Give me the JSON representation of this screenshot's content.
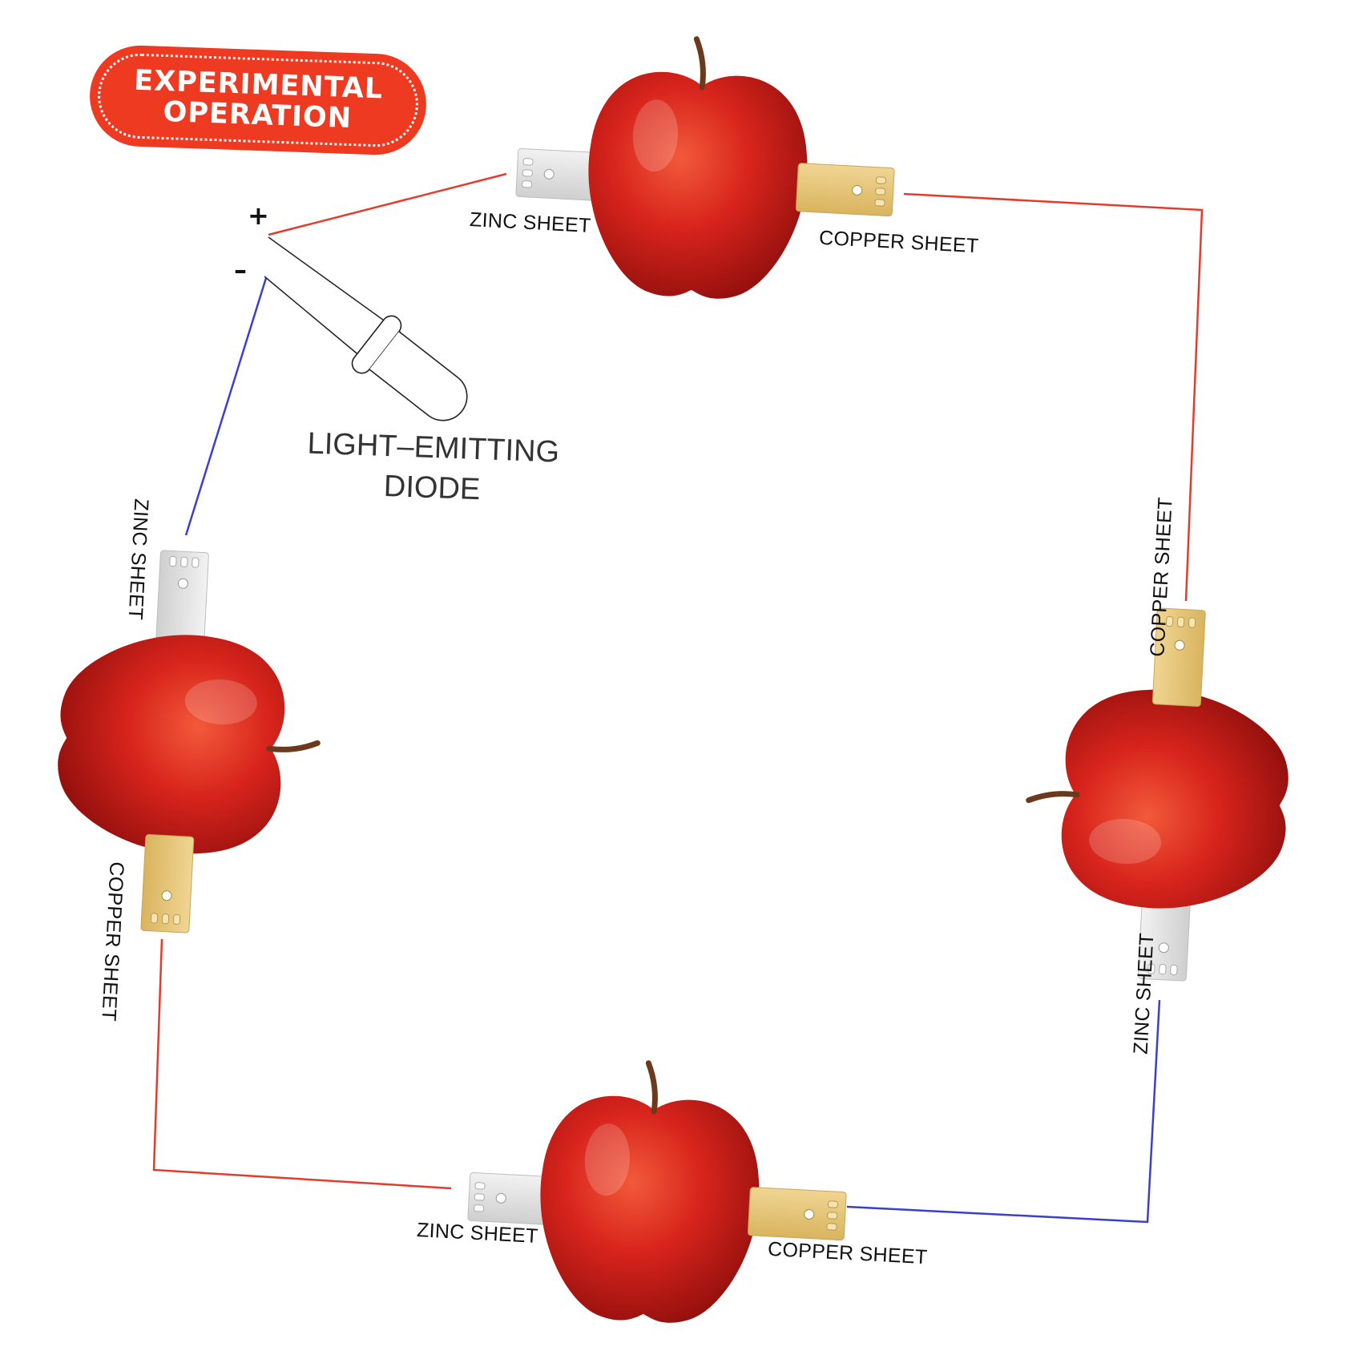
{
  "badge": {
    "line1": "EXPERIMENTAL",
    "line2": "OPERATION"
  },
  "diode": {
    "label_line1": "LIGHT–EMITTING",
    "label_line2": "DIODE",
    "plus": "+",
    "minus": "–"
  },
  "cells": [
    {
      "zinc": "ZINC SHEET",
      "copper": "COPPER SHEET"
    },
    {
      "zinc": "ZINC SHEET",
      "copper": "COPPER SHEET"
    },
    {
      "zinc": "ZINC SHEET",
      "copper": "COPPER SHEET"
    },
    {
      "zinc": "ZINC SHEET",
      "copper": "COPPER SHEET"
    }
  ],
  "colors": {
    "badge": "#ef3a22",
    "wire_red": "#e53b2c",
    "wire_blue": "#3a3fcf",
    "apple": "#d8241c",
    "zinc": "#e2e2e2",
    "copper": "#e3c275"
  },
  "icons": [
    "apple-icon",
    "zinc-sheet-icon",
    "copper-sheet-icon",
    "led-icon"
  ]
}
